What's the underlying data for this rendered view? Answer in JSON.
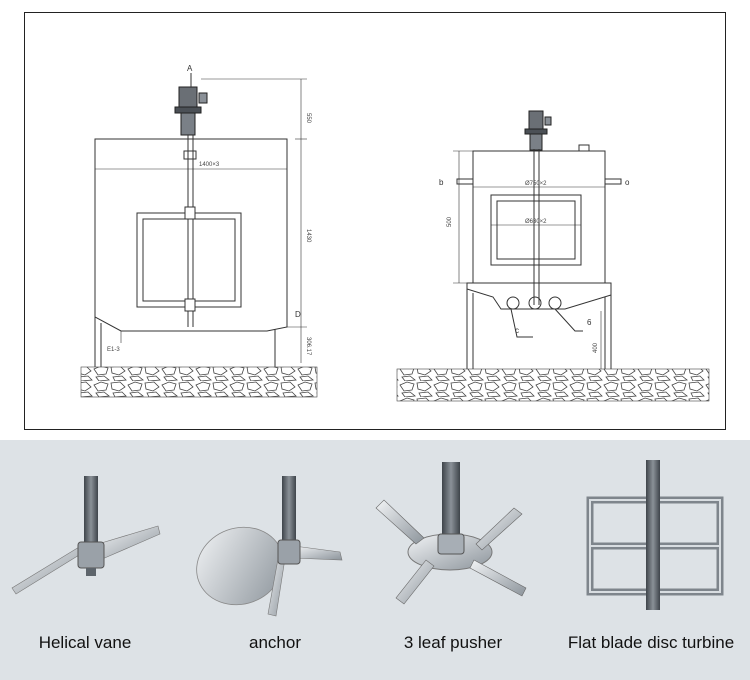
{
  "drawing": {
    "left_view": {
      "marker_top": "A",
      "dim_motor_height": "550",
      "dim_tank_width": "1400×3",
      "dim_tank_height": "1430",
      "marker_outlet": "D",
      "dim_leg_height": "306.17",
      "leg_label": "E1-3"
    },
    "right_view": {
      "marker_left": "b",
      "marker_right": "o",
      "dim_top_width": "Ø750×2",
      "dim_mid_width": "Ø630×2",
      "dim_height": "500",
      "marker_nozzle_c": "c",
      "marker_nozzle_6": "6",
      "dim_leg_height": "400"
    }
  },
  "impellers": [
    {
      "name": "Helical vane",
      "icon": "helical-vane-icon"
    },
    {
      "name": "anchor",
      "icon": "anchor-impeller-icon"
    },
    {
      "name": "3 leaf pusher",
      "icon": "pusher-impeller-icon"
    },
    {
      "name": "Flat blade disc turbine",
      "icon": "disc-turbine-icon"
    }
  ],
  "colors": {
    "line": "#333333",
    "panel_background": "#dde2e6",
    "steel_light": "#e6e9ec",
    "steel_dark": "#5c636a"
  }
}
